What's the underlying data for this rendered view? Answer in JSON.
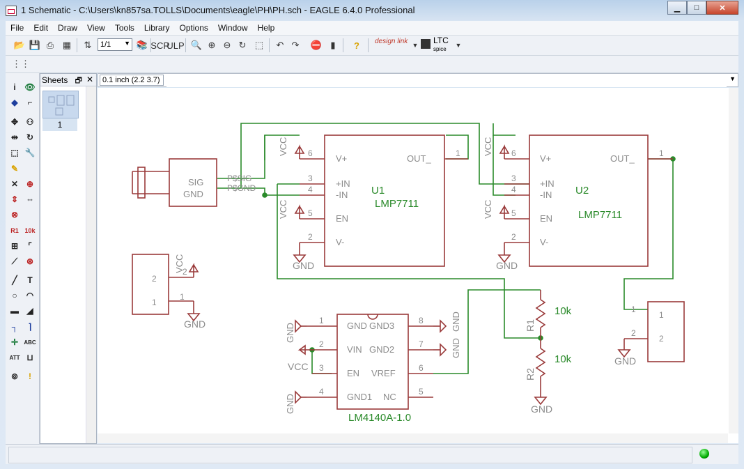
{
  "window": {
    "title": "1 Schematic - C:\\Users\\kn857sa.TOLLS\\Documents\\eagle\\PH\\PH.sch - EAGLE 6.4.0 Professional",
    "minimize": "▁",
    "maximize": "□",
    "close": "✕"
  },
  "menu": [
    "File",
    "Edit",
    "Draw",
    "View",
    "Tools",
    "Library",
    "Options",
    "Window",
    "Help"
  ],
  "toolbar": {
    "zoom_value": "1/1",
    "designlink_label": "design link",
    "ltc_label": "LTC",
    "ltc_sub": "spice"
  },
  "sheets": {
    "title": "Sheets",
    "sheet_number": "1"
  },
  "command": {
    "coordinates": "0.1 inch (2.2 3.7)",
    "value": ""
  },
  "schematic": {
    "connector_j1": {
      "pin_sig": "SIG",
      "pin_gnd": "GND",
      "net_sig": "P$SIG",
      "net_gnd": "P$GND"
    },
    "u1": {
      "name": "U1",
      "value": "LMP7711",
      "vplus": "V+",
      "inp": "+IN",
      "inm": "-IN",
      "en": "EN",
      "vminus": "V-",
      "out": "OUT_",
      "p6": "6",
      "p3": "3",
      "p4": "4",
      "p5": "5",
      "p2": "2",
      "p1": "1"
    },
    "u2": {
      "name": "U2",
      "value": "LMP7711",
      "vplus": "V+",
      "inp": "+IN",
      "inm": "-IN",
      "en": "EN",
      "vminus": "V-",
      "out": "OUT_",
      "p6": "6",
      "p3": "3",
      "p4": "4",
      "p5": "5",
      "p2": "2",
      "p1": "1"
    },
    "vcc": "VCC",
    "gnd": "GND",
    "power_conn": {
      "p2": "2",
      "p1": "1"
    },
    "out_conn": {
      "p1": "1",
      "p2": "2"
    },
    "ref": {
      "value": "LM4140A-1.0",
      "gnd": "GND",
      "gnd3": "GND3",
      "vin": "VIN",
      "gnd2": "GND2",
      "en": "EN",
      "vref": "VREF",
      "gnd1": "GND1",
      "nc": "NC",
      "p1": "1",
      "p2": "2",
      "p3": "3",
      "p4": "4",
      "p5": "5",
      "p6": "6",
      "p7": "7",
      "p8": "8"
    },
    "r1": {
      "name": "R1",
      "value": "10k"
    },
    "r2": {
      "name": "R2",
      "value": "10k"
    }
  },
  "colors": {
    "symbol": "#9a3a3a",
    "net": "#2a8a2a",
    "label": "#8c8c8c"
  }
}
